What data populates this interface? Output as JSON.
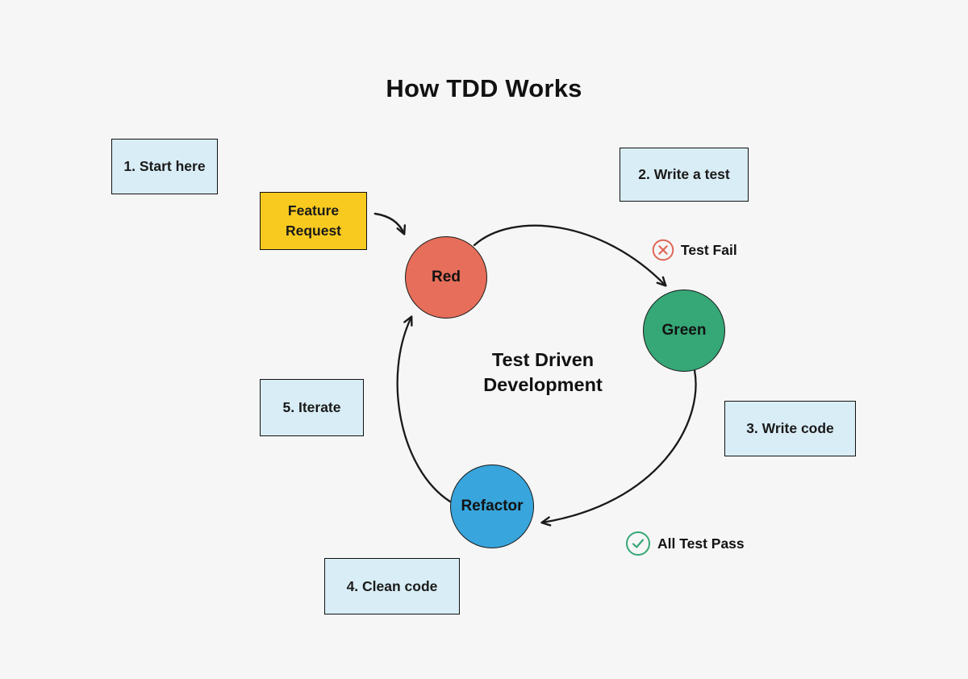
{
  "title": "How TDD Works",
  "steps": [
    {
      "id": "step-1",
      "label": "1. Start here"
    },
    {
      "id": "step-2",
      "label": "2. Write a test"
    },
    {
      "id": "step-3",
      "label": "3. Write code"
    },
    {
      "id": "step-4",
      "label": "4. Clean code"
    },
    {
      "id": "step-5",
      "label": "5. Iterate"
    }
  ],
  "feature_request": {
    "label": "Feature Request",
    "fill": "#f8ca1f"
  },
  "nodes": [
    {
      "id": "red",
      "label": "Red",
      "fill": "#e66e5a"
    },
    {
      "id": "green",
      "label": "Green",
      "fill": "#36a776"
    },
    {
      "id": "refactor",
      "label": "Refactor",
      "fill": "#38a5dc"
    }
  ],
  "center_label": "Test Driven Development",
  "annotations": [
    {
      "id": "test-fail",
      "label": "Test Fail",
      "icon": "x-circle-icon",
      "color": "#df6757"
    },
    {
      "id": "all-test-pass",
      "label": "All Test Pass",
      "icon": "check-circle-icon",
      "color": "#36a776"
    }
  ],
  "colors": {
    "background": "#f6f6f6",
    "step_box_fill": "#d9edf6",
    "outline": "#111111",
    "arrow": "#1a1a1a"
  }
}
